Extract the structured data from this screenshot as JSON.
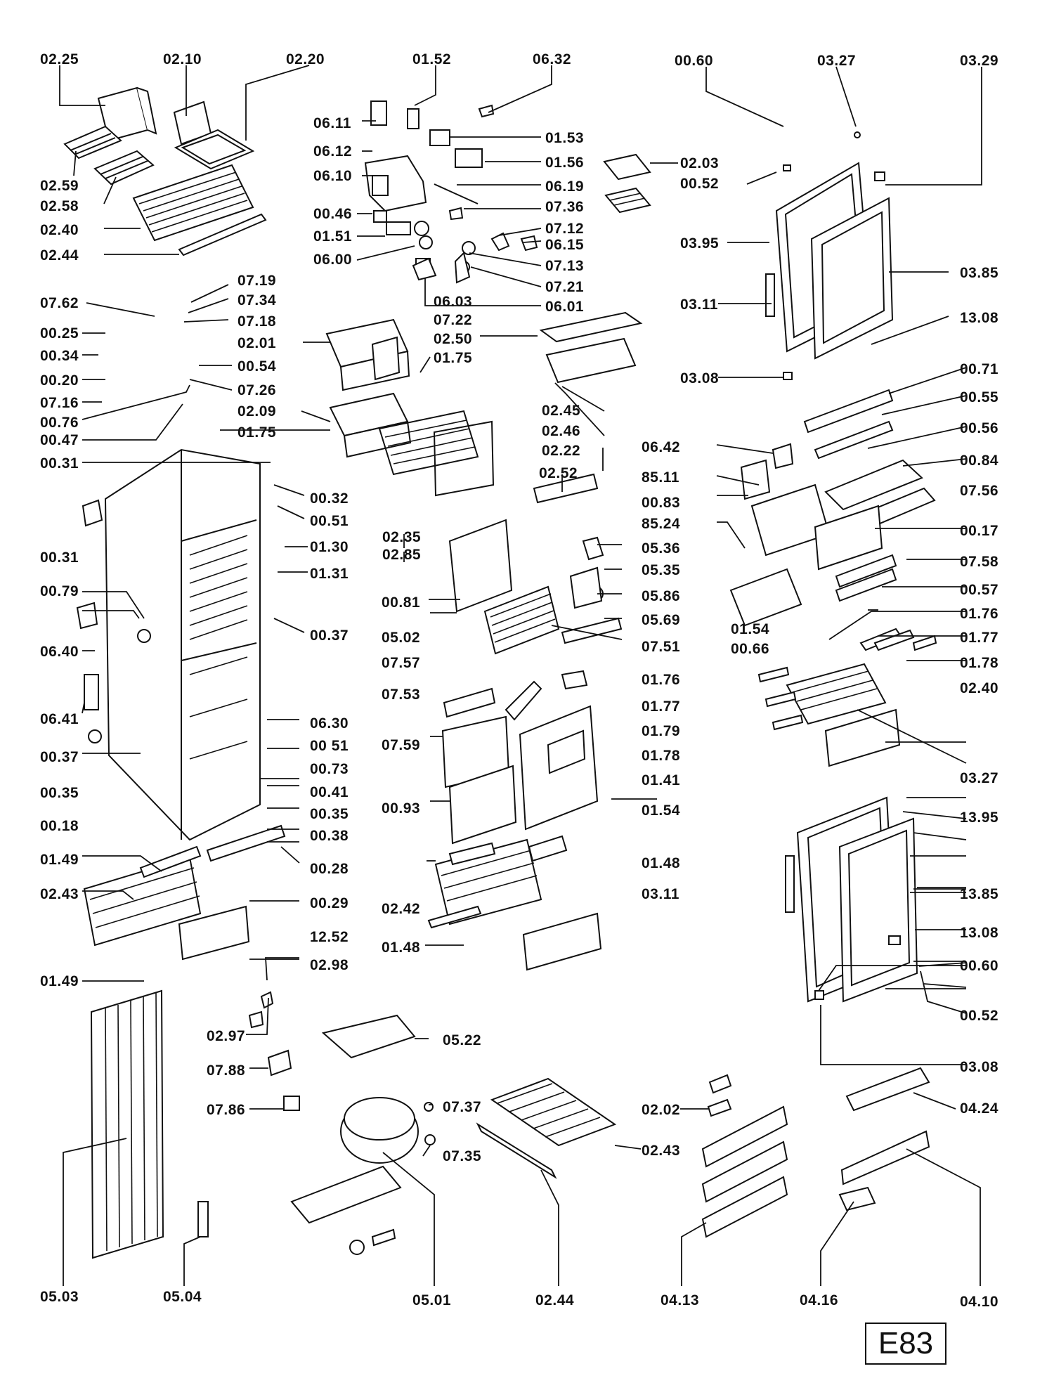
{
  "diagram": {
    "badge": "E83",
    "labels": [
      {
        "id": "l01",
        "text": "02.25"
      },
      {
        "id": "l02",
        "text": "02.10"
      },
      {
        "id": "l03",
        "text": "02.20"
      },
      {
        "id": "l04",
        "text": "01.52"
      },
      {
        "id": "l05",
        "text": "06.32"
      },
      {
        "id": "l06",
        "text": "00.60"
      },
      {
        "id": "l07",
        "text": "03.27"
      },
      {
        "id": "l08",
        "text": "03.29"
      },
      {
        "id": "l09",
        "text": "06.11"
      },
      {
        "id": "l10",
        "text": "06.12"
      },
      {
        "id": "l11",
        "text": "06.10"
      },
      {
        "id": "l12",
        "text": "01.53"
      },
      {
        "id": "l13",
        "text": "01.56"
      },
      {
        "id": "l14",
        "text": "06.19"
      },
      {
        "id": "l15",
        "text": "02.03"
      },
      {
        "id": "l16",
        "text": "00.52"
      },
      {
        "id": "l17",
        "text": "02.59"
      },
      {
        "id": "l18",
        "text": "02.58"
      },
      {
        "id": "l19",
        "text": "02.40"
      },
      {
        "id": "l20",
        "text": "02.44"
      },
      {
        "id": "l21",
        "text": "00.46"
      },
      {
        "id": "l22",
        "text": "01.51"
      },
      {
        "id": "l23",
        "text": "06.00"
      },
      {
        "id": "l24",
        "text": "07.36"
      },
      {
        "id": "l25",
        "text": "07.12"
      },
      {
        "id": "l26",
        "text": "06.15"
      },
      {
        "id": "l27",
        "text": "07.13"
      },
      {
        "id": "l28",
        "text": "07.21"
      },
      {
        "id": "l29",
        "text": "06.03"
      },
      {
        "id": "l30",
        "text": "06.01"
      },
      {
        "id": "l31",
        "text": "07.22"
      },
      {
        "id": "l32",
        "text": "03.95"
      },
      {
        "id": "l33",
        "text": "03.85"
      },
      {
        "id": "l34",
        "text": "03.11"
      },
      {
        "id": "l35",
        "text": "13.08"
      },
      {
        "id": "l36",
        "text": "03.08"
      },
      {
        "id": "l37",
        "text": "07.19"
      },
      {
        "id": "l38",
        "text": "07.34"
      },
      {
        "id": "l39",
        "text": "07.62"
      },
      {
        "id": "l40",
        "text": "07.18"
      },
      {
        "id": "l41",
        "text": "00.25"
      },
      {
        "id": "l42",
        "text": "02.01"
      },
      {
        "id": "l43",
        "text": "02.50"
      },
      {
        "id": "l44",
        "text": "00.34"
      },
      {
        "id": "l45",
        "text": "01.75"
      },
      {
        "id": "l46",
        "text": "00.20"
      },
      {
        "id": "l47",
        "text": "00.54"
      },
      {
        "id": "l48",
        "text": "07.26"
      },
      {
        "id": "l49",
        "text": "07.16"
      },
      {
        "id": "l50",
        "text": "00.76"
      },
      {
        "id": "l51",
        "text": "00.47"
      },
      {
        "id": "l52",
        "text": "02.09"
      },
      {
        "id": "l53",
        "text": "02.45"
      },
      {
        "id": "l54",
        "text": "02.46"
      },
      {
        "id": "l55",
        "text": "01.75"
      },
      {
        "id": "l56",
        "text": "02.22"
      },
      {
        "id": "l57",
        "text": "00.31"
      },
      {
        "id": "l58",
        "text": "00.32"
      },
      {
        "id": "l59",
        "text": "00.51"
      },
      {
        "id": "l60",
        "text": "02.35"
      },
      {
        "id": "l61",
        "text": "02.85"
      },
      {
        "id": "l62",
        "text": "00.71"
      },
      {
        "id": "l63",
        "text": "00.55"
      },
      {
        "id": "l64",
        "text": "00.56"
      },
      {
        "id": "l65",
        "text": "06.42"
      },
      {
        "id": "l66",
        "text": "00.84"
      },
      {
        "id": "l67",
        "text": "85.11"
      },
      {
        "id": "l68",
        "text": "07.56"
      },
      {
        "id": "l69",
        "text": "00.83"
      },
      {
        "id": "l70",
        "text": "85.24"
      },
      {
        "id": "l71",
        "text": "00.17"
      },
      {
        "id": "l72",
        "text": "02.52"
      },
      {
        "id": "l73",
        "text": "01.30"
      },
      {
        "id": "l74",
        "text": "00.31"
      },
      {
        "id": "l75",
        "text": "01.31"
      },
      {
        "id": "l76",
        "text": "05.36"
      },
      {
        "id": "l77",
        "text": "07.58"
      },
      {
        "id": "l78",
        "text": "05.35"
      },
      {
        "id": "l79",
        "text": "00.57"
      },
      {
        "id": "l80",
        "text": "00.81"
      },
      {
        "id": "l81",
        "text": "05.86"
      },
      {
        "id": "l82",
        "text": "00.79"
      },
      {
        "id": "l83",
        "text": "01.54"
      },
      {
        "id": "l84",
        "text": "01.76"
      },
      {
        "id": "l85",
        "text": "05.69"
      },
      {
        "id": "l86",
        "text": "00.66"
      },
      {
        "id": "l87",
        "text": "00.37"
      },
      {
        "id": "l88",
        "text": "05.02"
      },
      {
        "id": "l89",
        "text": "01.77"
      },
      {
        "id": "l90",
        "text": "06.40"
      },
      {
        "id": "l91",
        "text": "07.51"
      },
      {
        "id": "l92",
        "text": "01.78"
      },
      {
        "id": "l93",
        "text": "07.57"
      },
      {
        "id": "l94",
        "text": "01.76"
      },
      {
        "id": "l95",
        "text": "02.40"
      },
      {
        "id": "l96",
        "text": "07.53"
      },
      {
        "id": "l97",
        "text": "01.77"
      },
      {
        "id": "l98",
        "text": "06.41"
      },
      {
        "id": "l99",
        "text": "06.30"
      },
      {
        "id": "l100",
        "text": "01.79"
      },
      {
        "id": "l101",
        "text": "00 51"
      },
      {
        "id": "l102",
        "text": "07.59"
      },
      {
        "id": "l103",
        "text": "01.78"
      },
      {
        "id": "l104",
        "text": "00.37"
      },
      {
        "id": "l105",
        "text": "00.73"
      },
      {
        "id": "l106",
        "text": "01.41"
      },
      {
        "id": "l107",
        "text": "00.35"
      },
      {
        "id": "l108",
        "text": "00.41"
      },
      {
        "id": "l109",
        "text": "03.27"
      },
      {
        "id": "l110",
        "text": "00.35"
      },
      {
        "id": "l111",
        "text": "00.93"
      },
      {
        "id": "l112",
        "text": "01.54"
      },
      {
        "id": "l113",
        "text": "13.95"
      },
      {
        "id": "l114",
        "text": "00.18"
      },
      {
        "id": "l115",
        "text": "00.38"
      },
      {
        "id": "l116",
        "text": "01.49"
      },
      {
        "id": "l117",
        "text": "00.28"
      },
      {
        "id": "l118",
        "text": "01.48"
      },
      {
        "id": "l119",
        "text": "02.43"
      },
      {
        "id": "l120",
        "text": "00.29"
      },
      {
        "id": "l121",
        "text": "03.11"
      },
      {
        "id": "l122",
        "text": "13.85"
      },
      {
        "id": "l123",
        "text": "02.42"
      },
      {
        "id": "l124",
        "text": "12.52"
      },
      {
        "id": "l125",
        "text": "13.08"
      },
      {
        "id": "l126",
        "text": "02.98"
      },
      {
        "id": "l127",
        "text": "01.48"
      },
      {
        "id": "l128",
        "text": "00.60"
      },
      {
        "id": "l129",
        "text": "01.49"
      },
      {
        "id": "l130",
        "text": "00.52"
      },
      {
        "id": "l131",
        "text": "02.97"
      },
      {
        "id": "l132",
        "text": "05.22"
      },
      {
        "id": "l133",
        "text": "03.08"
      },
      {
        "id": "l134",
        "text": "07.88"
      },
      {
        "id": "l135",
        "text": "07.37"
      },
      {
        "id": "l136",
        "text": "02.02"
      },
      {
        "id": "l137",
        "text": "04.24"
      },
      {
        "id": "l138",
        "text": "07.86"
      },
      {
        "id": "l139",
        "text": "07.35"
      },
      {
        "id": "l140",
        "text": "02.43"
      },
      {
        "id": "l141",
        "text": "05.03"
      },
      {
        "id": "l142",
        "text": "05.04"
      },
      {
        "id": "l143",
        "text": "05.01"
      },
      {
        "id": "l144",
        "text": "02.44"
      },
      {
        "id": "l145",
        "text": "04.13"
      },
      {
        "id": "l146",
        "text": "04.16"
      },
      {
        "id": "l147",
        "text": "04.10"
      }
    ]
  }
}
